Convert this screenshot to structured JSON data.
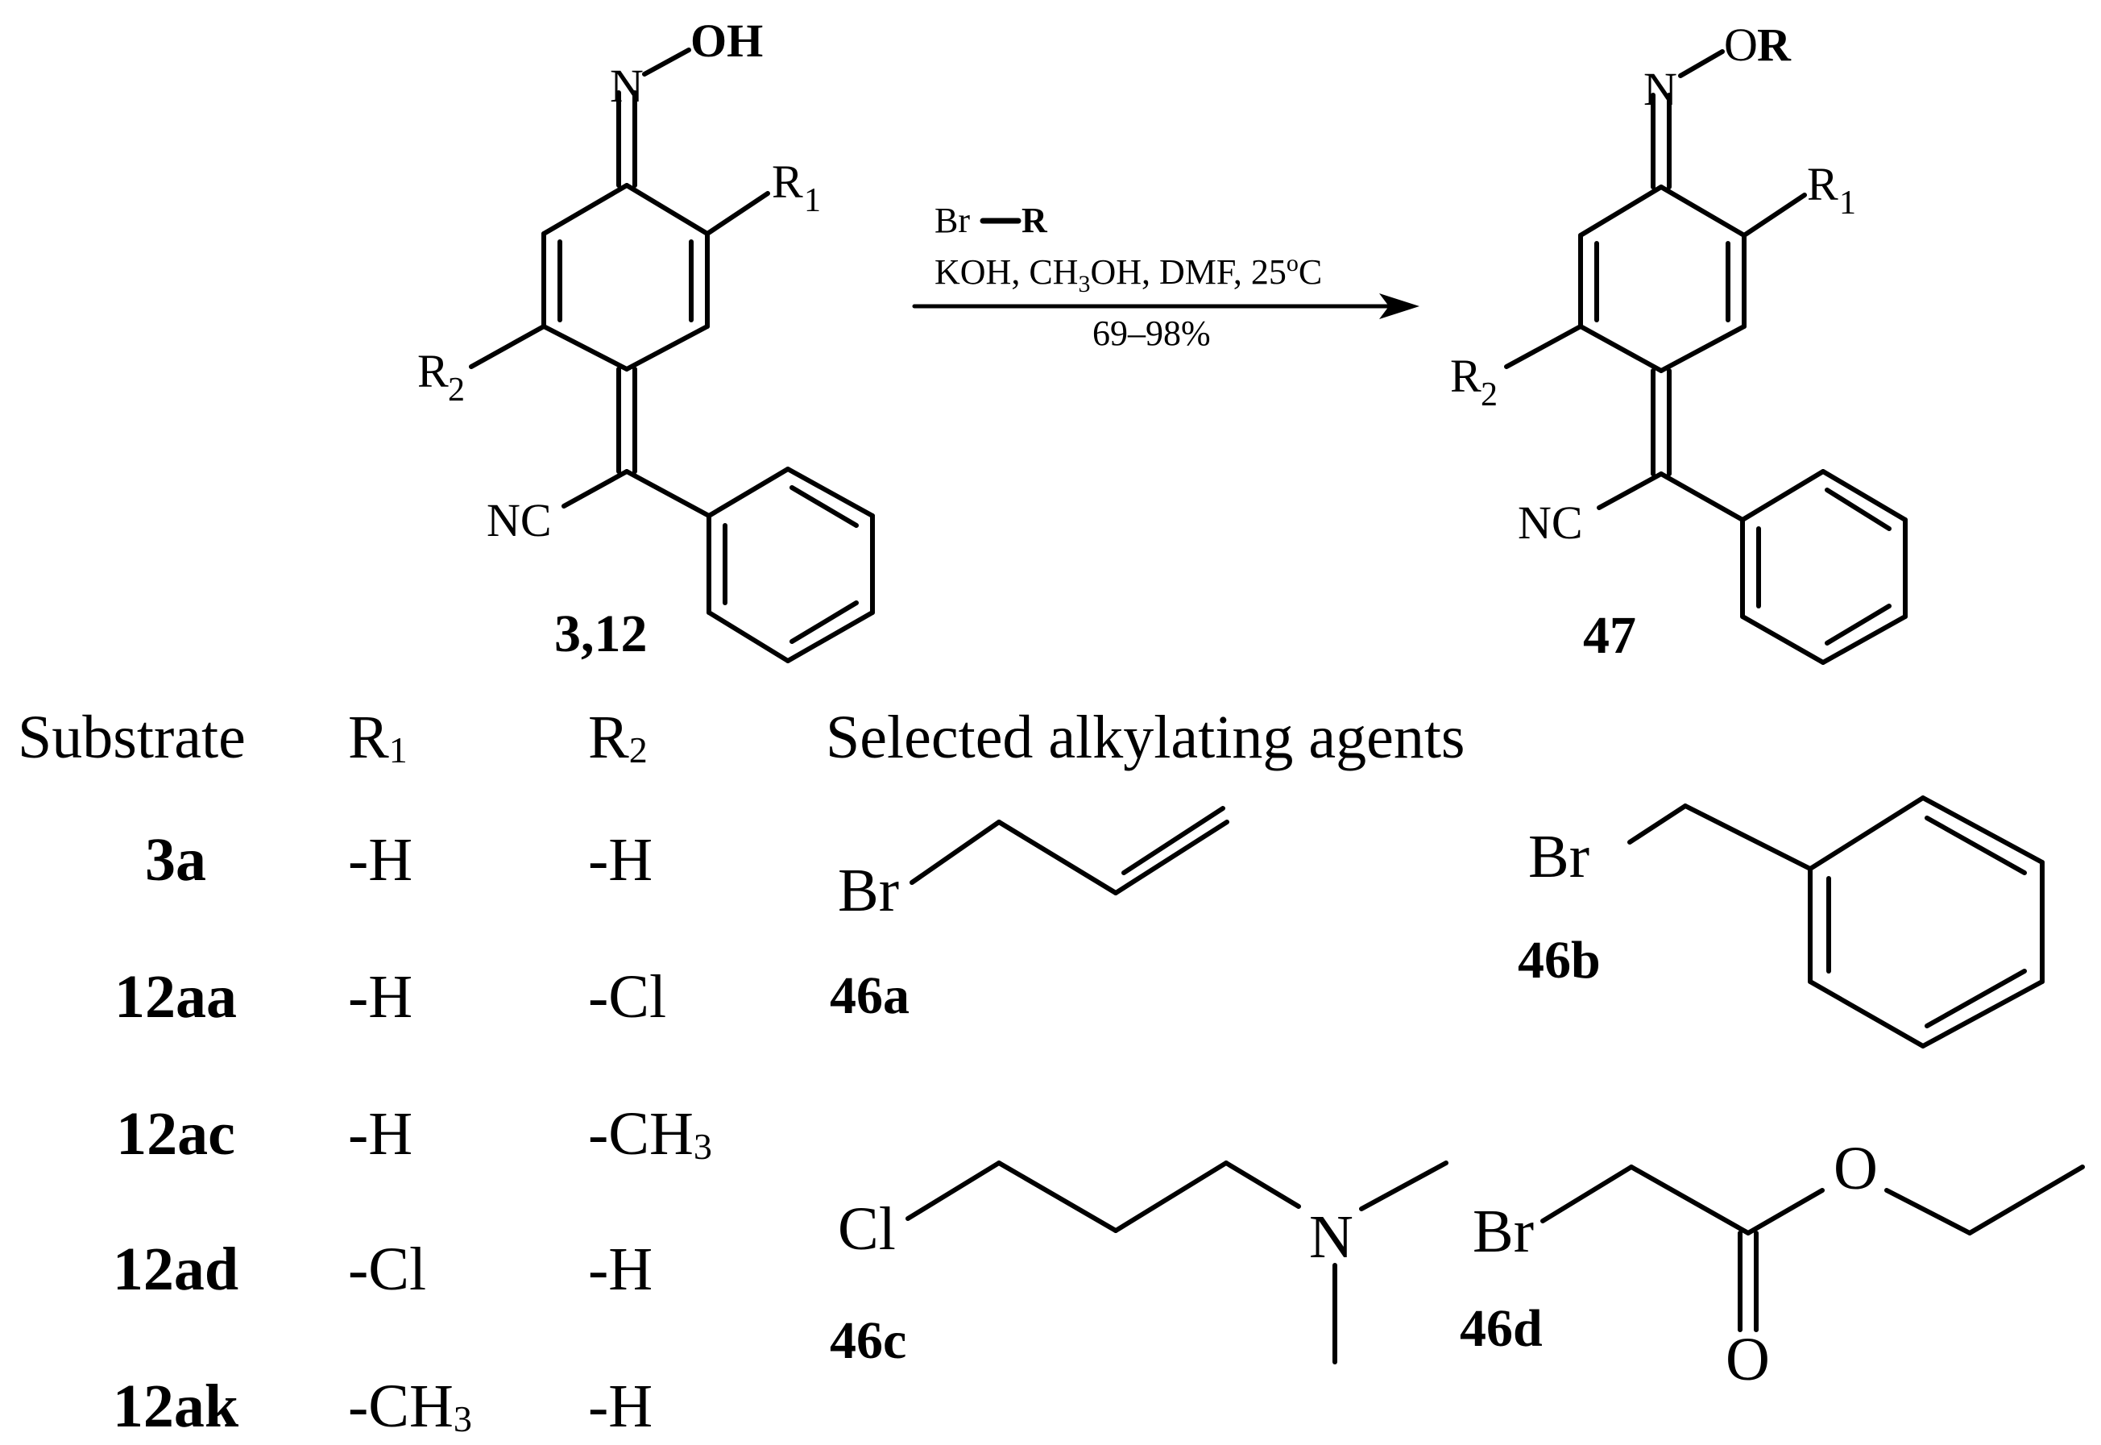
{
  "reaction": {
    "reactant": {
      "top_group": "OH",
      "n_atom": "N",
      "r1": "R",
      "r1_sub": "1",
      "r2": "R",
      "r2_sub": "2",
      "nitrile": "NC",
      "compound_label": "3,12"
    },
    "product": {
      "top_group_o": "O",
      "top_group_r": "R",
      "n_atom": "N",
      "r1": "R",
      "r1_sub": "1",
      "r2": "R",
      "r2_sub": "2",
      "nitrile": "NC",
      "compound_label": "47"
    },
    "conditions": {
      "reagent_br": "Br",
      "reagent_r": "R",
      "line2_a": "KOH, CH",
      "line2_sub3": "3",
      "line2_b": "OH, DMF, 25",
      "line2_sup": "o",
      "line2_c": "C",
      "yield": "69–98%"
    }
  },
  "substrate_table": {
    "headers": {
      "substrate": "Substrate",
      "r1_r": "R",
      "r1_sub": "1",
      "r2_r": "R",
      "r2_sub": "2"
    },
    "rows": [
      {
        "substrate": "3a",
        "r1": "-H",
        "r1_sub": "",
        "r2": "-H",
        "r2_sub": ""
      },
      {
        "substrate": "12aa",
        "r1": "-H",
        "r1_sub": "",
        "r2": "-Cl",
        "r2_sub": ""
      },
      {
        "substrate": "12ac",
        "r1": "-H",
        "r1_sub": "",
        "r2": "-CH",
        "r2_sub": "3"
      },
      {
        "substrate": "12ad",
        "r1": "-Cl",
        "r1_sub": "",
        "r2": "-H",
        "r2_sub": ""
      },
      {
        "substrate": "12ak",
        "r1": "-CH",
        "r1_sub": "3",
        "r2": "-H",
        "r2_sub": ""
      }
    ]
  },
  "alkylating_agents": {
    "title": "Selected alkylating agents",
    "agent_a": {
      "halogen": "Br",
      "label": "46a"
    },
    "agent_b": {
      "halogen": "Br",
      "label": "46b"
    },
    "agent_c": {
      "halogen": "Cl",
      "amine_n": "N",
      "label": "46c"
    },
    "agent_d": {
      "halogen": "Br",
      "ether_o": "O",
      "carbonyl_o": "O",
      "label": "46d"
    }
  }
}
